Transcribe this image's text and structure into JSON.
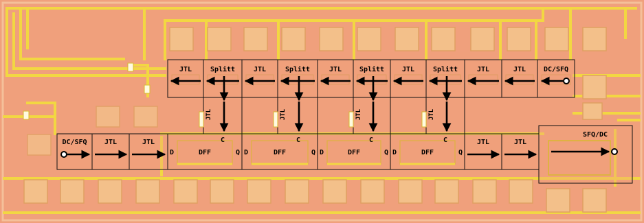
{
  "colors": {
    "substrate": "#f0a07c",
    "substrate_light": "#f5b28e",
    "pad": "#f3c08a",
    "pad_edge": "#e0a062",
    "trace": "#f2d742",
    "trace_dark": "#d9b830",
    "box_stroke": "#111111",
    "arrow": "#000000",
    "circuit": "#d99a5a"
  },
  "top_row": [
    {
      "label": "JTL"
    },
    {
      "label": "Splitt"
    },
    {
      "label": "JTL"
    },
    {
      "label": "Splitt"
    },
    {
      "label": "JTL"
    },
    {
      "label": "Splitt"
    },
    {
      "label": "JTL"
    },
    {
      "label": "Splitt"
    },
    {
      "label": "JTL"
    },
    {
      "label": "JTL"
    },
    {
      "label": "DC/SFQ"
    }
  ],
  "vertical_links": [
    {
      "label": "JTL"
    },
    {
      "label": "JTL"
    },
    {
      "label": "JTL"
    },
    {
      "label": "JTL"
    }
  ],
  "bottom_row": [
    {
      "label": "DC/SFQ"
    },
    {
      "label": "JTL"
    },
    {
      "label": "JTL"
    },
    {
      "label": "DFF",
      "d": "D",
      "c": "C",
      "q": "Q"
    },
    {
      "label": "DFF",
      "d": "D",
      "c": "C",
      "q": "Q"
    },
    {
      "label": "DFF",
      "d": "D",
      "c": "C",
      "q": "Q"
    },
    {
      "label": "DFF",
      "d": "D",
      "c": "C",
      "q": "Q"
    },
    {
      "label": "JTL"
    },
    {
      "label": "JTL"
    },
    {
      "label": "SFQ/DC"
    }
  ]
}
